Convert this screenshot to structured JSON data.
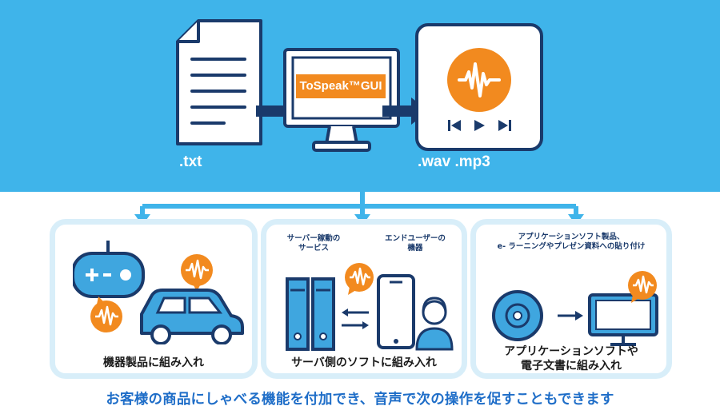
{
  "top": {
    "txt_label": ".txt",
    "app_badge": "ToSpeak™GUI",
    "output_label": ".wav .mp3"
  },
  "cards": [
    {
      "caption": "機器製品に組み入れ"
    },
    {
      "caption": "サーバ側のソフトに組み入れ",
      "server_label_1": "サーバー稼動の",
      "server_label_2": "サービス",
      "user_label_1": "エンドユーザーの",
      "user_label_2": "機器"
    },
    {
      "note_1": "アプリケーションソフト製品、",
      "note_2": "e- ラーニングやプレゼン資料への貼り付け",
      "caption_1": "アプリケーションソフトや",
      "caption_2": "電子文書に組み入れ"
    }
  ],
  "footer": "お客様の商品にしゃべる機能を付加でき、音声で次の操作を促すこともできます",
  "colors": {
    "band": "#3fb4ea",
    "accent": "#f28a1f",
    "navy": "#1a3a6b",
    "icon_blue": "#3fa6df"
  }
}
